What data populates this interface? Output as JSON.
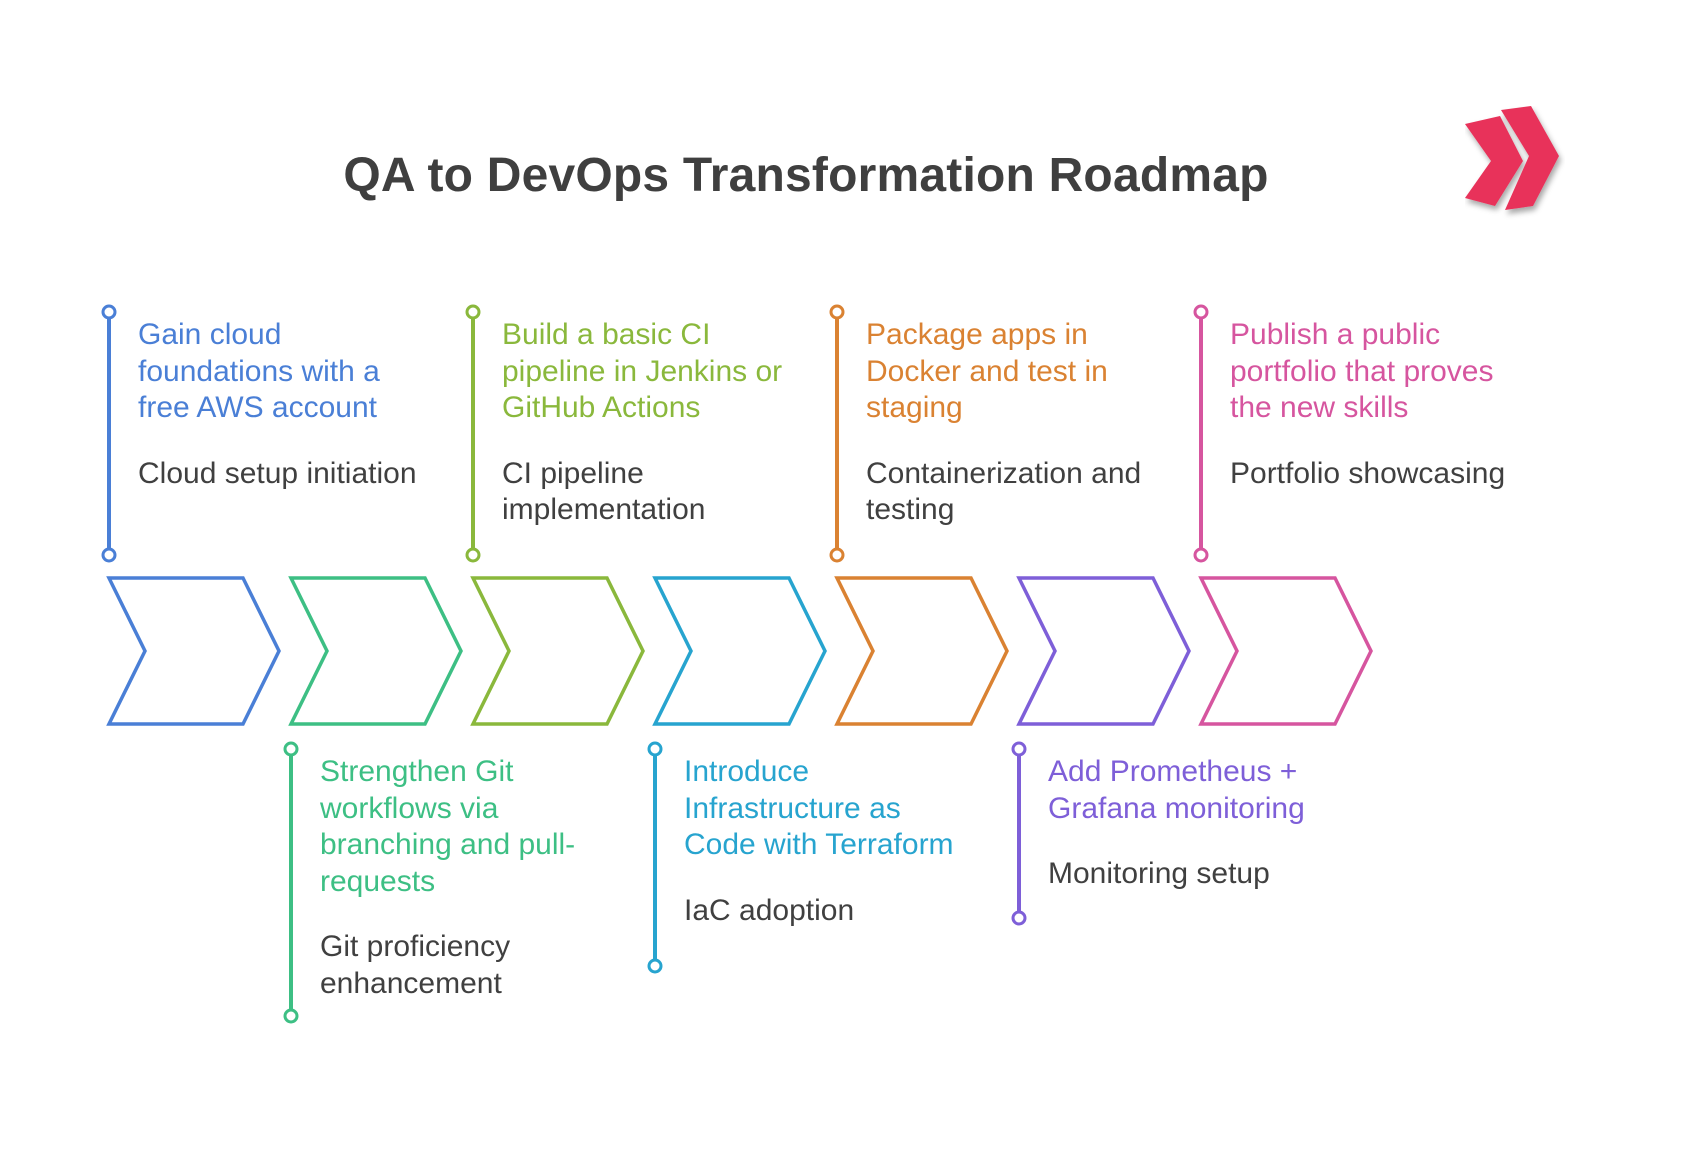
{
  "title": "QA to DevOps Transformation Roadmap",
  "steps": [
    {
      "heading": "Gain cloud foundations with a free AWS account",
      "description": "Cloud setup initiation",
      "color": "#4a7fd6",
      "position": "top"
    },
    {
      "heading": "Strengthen Git workflows via branching and pull-requests",
      "description": "Git proficiency enhancement",
      "color": "#3dbf84",
      "position": "bottom"
    },
    {
      "heading": "Build a basic CI pipeline in Jenkins or GitHub Actions",
      "description": "CI pipeline implementation",
      "color": "#8ab83c",
      "position": "top"
    },
    {
      "heading": "Introduce Infrastructure as Code with Terraform",
      "description": "IaC adoption",
      "color": "#27a4cf",
      "position": "bottom"
    },
    {
      "heading": "Package apps in Docker and test in staging",
      "description": "Containerization and testing",
      "color": "#da8232",
      "position": "top"
    },
    {
      "heading": "Add Prometheus + Grafana monitoring",
      "description": "Monitoring setup",
      "color": "#7e5fd8",
      "position": "bottom"
    },
    {
      "heading": "Publish a public portfolio that proves the new skills",
      "description": "Portfolio showcasing",
      "color": "#d6559f",
      "position": "top"
    }
  ],
  "logo": {
    "icon": "double-chevron-logo",
    "color": "#e8325a"
  }
}
